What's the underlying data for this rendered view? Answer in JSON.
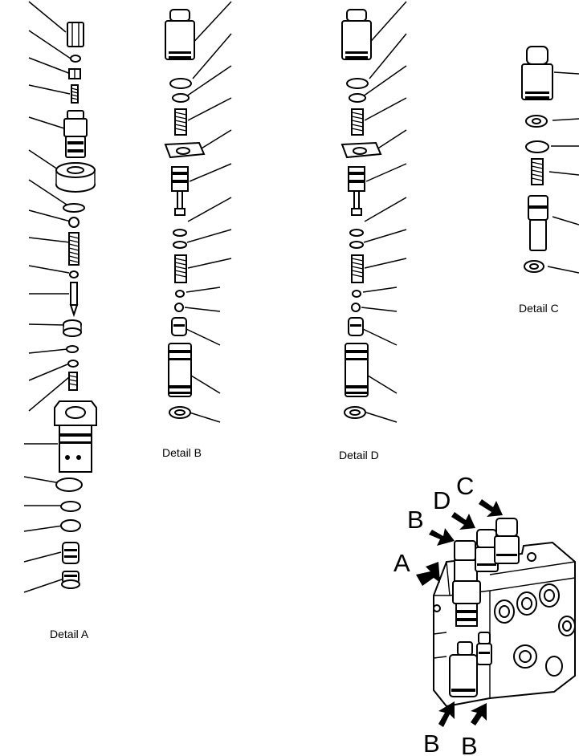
{
  "captions": {
    "detail_a": "Detail A",
    "detail_b": "Detail B",
    "detail_c": "Detail C",
    "detail_d": "Detail D"
  },
  "callouts": {
    "a": "A",
    "b_upper": "B",
    "c": "C",
    "d": "D",
    "b_lower_left": "B",
    "b_lower_right": "B"
  }
}
